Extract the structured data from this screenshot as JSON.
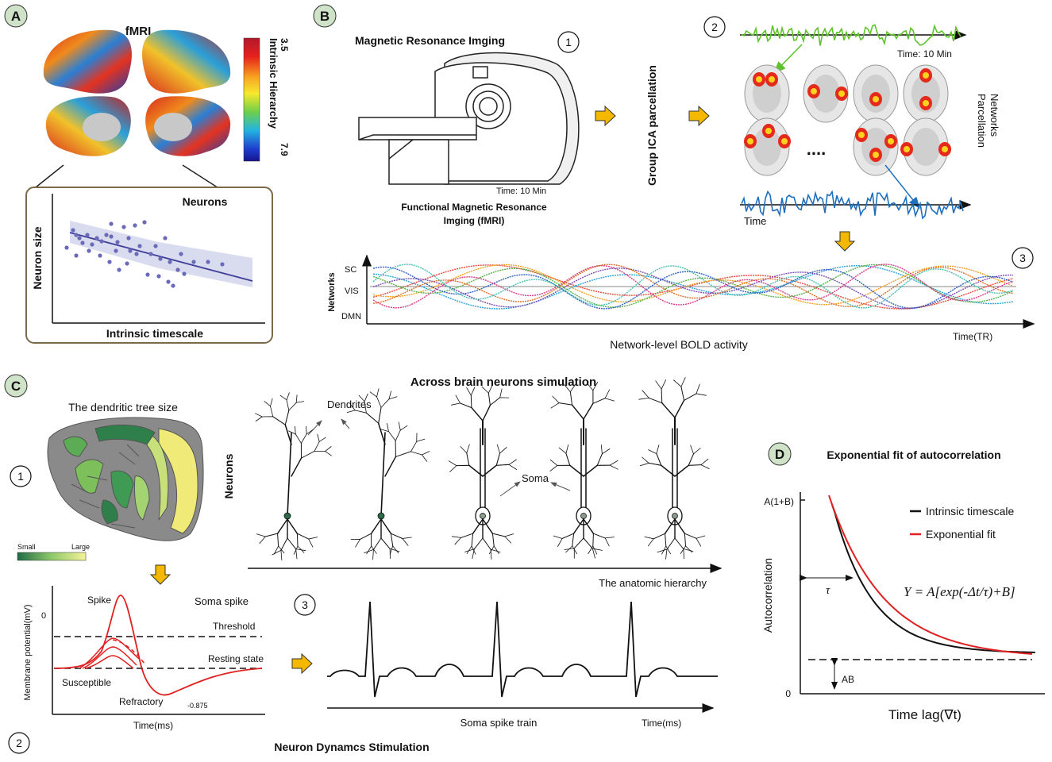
{
  "panel_a": {
    "badge": "A",
    "fmri_label": "fMRI",
    "colorbar_title": "Intrinsic Hierarchy",
    "colorbar_top": "3.5",
    "colorbar_bottom": "7.9",
    "scatter_title": "Neurons",
    "xlabel": "Intrinsic timescale",
    "ylabel": "Neuron size"
  },
  "panel_b": {
    "badge": "B",
    "mri_title": "Magnetic Resonance Imging",
    "step1": "1",
    "mri_time": "Time: 10 Min",
    "mri_caption_1": "Functional Magnetic Resonance",
    "mri_caption_2": "Imging (fMRI)",
    "group_ica": "Group ICA parcellation",
    "step2": "2",
    "ts_time_label": "Time: 10 Min",
    "networks_parcellation_1": "Networks",
    "networks_parcellation_2": "Parcellation",
    "dots": "....",
    "time_label": "Time",
    "step3": "3",
    "bold_ylabel": "Networks",
    "bold_sc": "SC",
    "bold_vis": "VIS",
    "bold_dmn": "DMN",
    "bold_xlabel": "Time(TR)",
    "bold_title": "Network-level BOLD activity"
  },
  "panel_c": {
    "badge": "C",
    "title": "Across brain neurons simulation",
    "dendritic_title": "The dendritic tree size",
    "step1": "1",
    "small": "Small",
    "large": "Large",
    "dendrites": "Dendrites",
    "neurons_label": "Neurons",
    "soma": "Soma",
    "anatomic": "The anatomic hierarchy",
    "spike": "Spike",
    "soma_spike": "Soma spike",
    "threshold": "Threshold",
    "resting": "Resting state",
    "susceptible": "Susceptible",
    "refractory": "Refractory",
    "refr_value": "-0.875",
    "zero": "0",
    "membrane": "Membrane potential(mV)",
    "time_ms": "Time(ms)",
    "step2": "2",
    "dynamics_title": "Neuron Dynamcs Stimulation",
    "step3": "3",
    "spike_train": "Soma spike train",
    "train_time": "Time(ms)"
  },
  "panel_d": {
    "badge": "D",
    "title": "Exponential fit of autocorrelation",
    "y_top": "A(1+B)",
    "y_zero": "0",
    "ylabel": "Autocorrelation",
    "xlabel": "Time lag(∇t)",
    "tau": "τ",
    "ab": "AB",
    "equation": "Y = A[exp(-Δt/τ)+B]",
    "legend": [
      {
        "label": "Intrinsic timescale",
        "color": "#111111"
      },
      {
        "label": "Exponential fit",
        "color": "#e02020"
      }
    ]
  },
  "colors": {
    "badge": "#cfe3c8",
    "arrow": "#f5b800",
    "green_ts": "#5cc42a",
    "blue_ts": "#1f6fbf",
    "red": "#e02020"
  }
}
